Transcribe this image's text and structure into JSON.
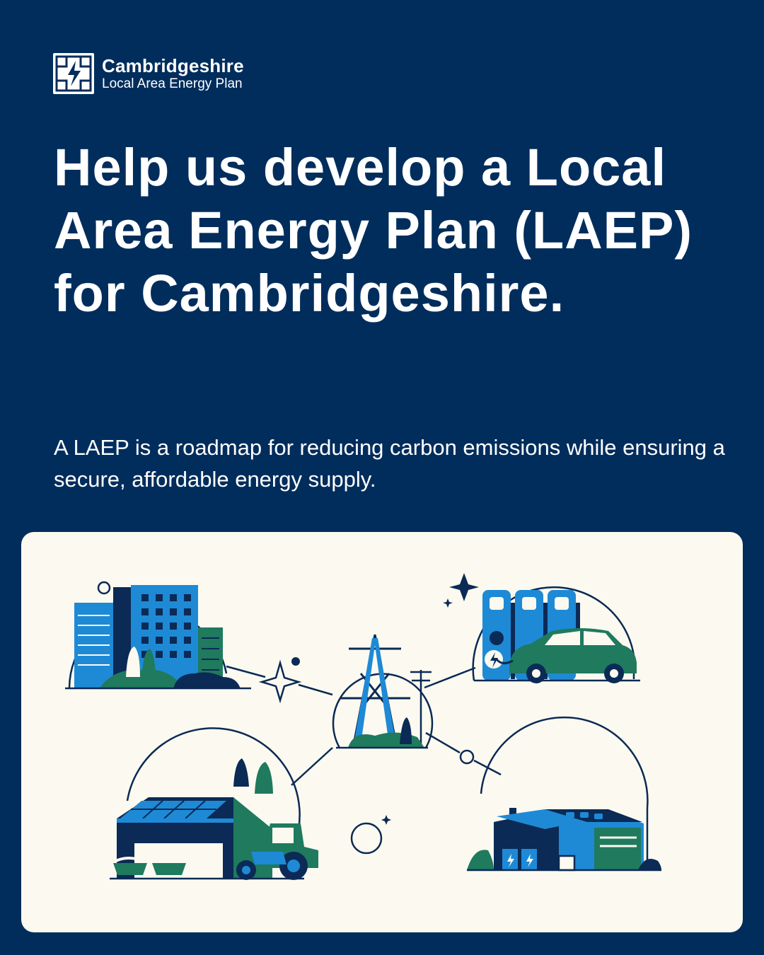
{
  "brand": {
    "name": "Cambridgeshire",
    "subtitle": "Local Area Energy Plan"
  },
  "headline": "Help us develop a Local Area Energy Plan (LAEP) for Cambridgeshire.",
  "intro": "A LAEP is a roadmap for reducing carbon emissions while ensuring a secure, affordable energy supply.",
  "colors": {
    "background": "#002d5c",
    "card": "#fcfaf0",
    "navy": "#0b2a55",
    "blue": "#1e8ad6",
    "green": "#1f7a5e",
    "text": "#ffffff"
  },
  "illustration": {
    "scenes": [
      "city-buildings",
      "ev-charging",
      "power-pylon",
      "solar-farm-barn",
      "industrial-building"
    ]
  }
}
